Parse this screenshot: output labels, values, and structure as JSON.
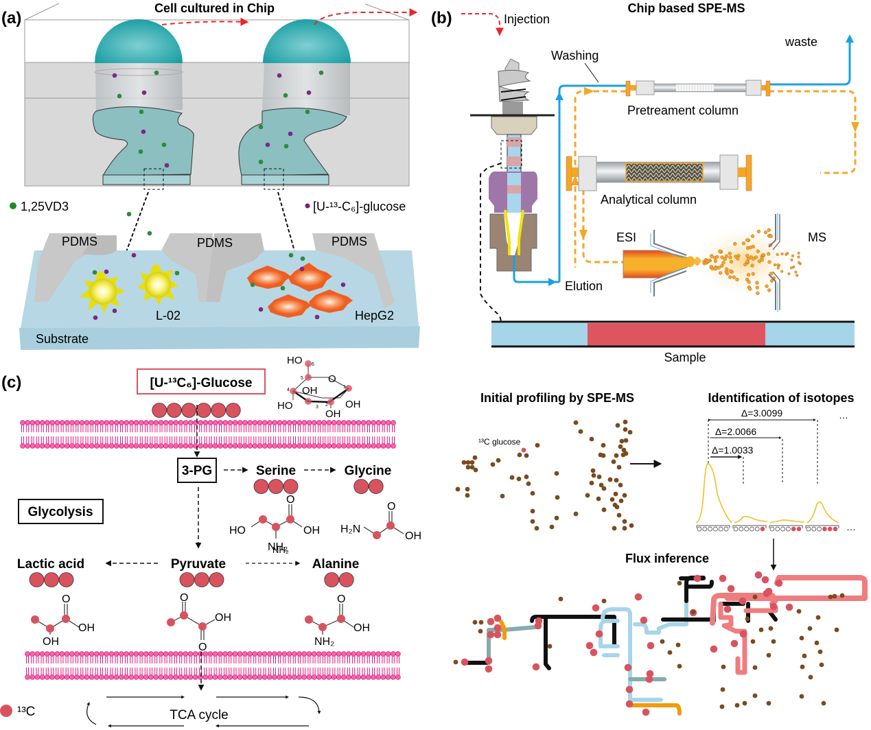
{
  "panel_a": {
    "label": "(a)",
    "title": "Cell cultured in Chip",
    "legend_vd3": "1,25VD3",
    "legend_glucose": "[U-¹³-C₆]-glucose",
    "pdms_labels": [
      "PDMS",
      "PDMS",
      "PDMS"
    ],
    "cell_l02": "L-02",
    "cell_hepg2": "HepG2",
    "substrate": "Substrate"
  },
  "panel_b": {
    "label": "(b)",
    "title": "Chip based SPE-MS",
    "injection": "Injection",
    "washing": "Washing",
    "waste": "waste",
    "pretreatment_column": "Pretreament column",
    "analytical_column": "Analytical column",
    "esi": "ESI",
    "ms": "MS",
    "elution": "Elution",
    "sample": "Sample"
  },
  "panel_c": {
    "label": "(c)",
    "glucose": "[U-¹³C₆]-Glucose",
    "three_pg": "3-PG",
    "serine": "Serine",
    "glycine": "Glycine",
    "glycolysis": "Glycolysis",
    "lactic_acid": "Lactic acid",
    "pyruvate": "Pyruvate",
    "alanine": "Alanine",
    "tca": "TCA cycle",
    "legend_13c": "¹³C",
    "carbon_counts": {
      "glucose": 6,
      "serine": 3,
      "glycine": 2,
      "lactic_acid": 3,
      "pyruvate": 3,
      "alanine": 2
    },
    "chem": {
      "oh": "OH",
      "ho": "HO",
      "o": "O",
      "nh2": "NH₂",
      "h2n": "H₂N",
      "ring_numbers": [
        "1",
        "2",
        "3",
        "4",
        "5",
        "6"
      ]
    }
  },
  "panel_d": {
    "profiling_title": "Initial profiling by SPE-MS",
    "glucose_label": "¹³C glucose",
    "isotopes_title": "Identification of isotopes",
    "deltas": [
      "Δ=3.0099",
      "Δ=2.0066",
      "Δ=1.0033"
    ],
    "isotopologue_labeled_counts": [
      0,
      1,
      2,
      3
    ],
    "ellipsis": "…",
    "flux_title": "Flux inference"
  },
  "colors": {
    "teal": "#2aa8a8",
    "red_arrow": "#e8262b",
    "blue_line": "#1aa0e0",
    "orange_dash": "#f5a623",
    "sample_red": "#de5560",
    "sample_blue": "#a6d4e8",
    "carbon_red": "#d9535f",
    "membrane": "#e5127b",
    "brown_dot": "#7a4a1e",
    "flux_pink": "#ee7d80",
    "flux_lightblue": "#a7d5ea",
    "flux_grey": "#87aaad",
    "flux_orange": "#f29b0b",
    "peak_yellow": "#f0c020"
  }
}
